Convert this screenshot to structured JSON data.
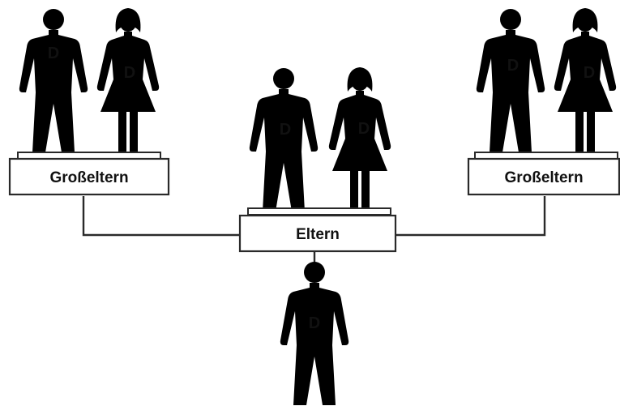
{
  "marker_letter": "D",
  "boxes": {
    "grandparents_left": "Großeltern",
    "grandparents_right": "Großeltern",
    "parents": "Eltern"
  }
}
